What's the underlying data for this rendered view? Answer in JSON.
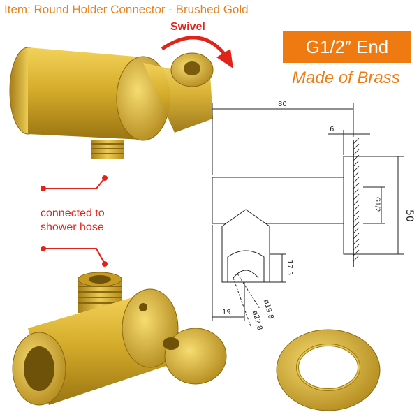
{
  "header": {
    "title": "Item: Round Holder Connector - Brushed Gold"
  },
  "callouts": {
    "swivel": "Swivel",
    "end_badge": "G1/2” End",
    "material": "Made of Brass",
    "note_line1": "connected to",
    "note_line2": "shower hose"
  },
  "colors": {
    "accent_orange": "#ef7a12",
    "title_orange": "#e8801e",
    "callout_red": "#e2231a",
    "brass_gold": "#d2aa2c"
  },
  "drawing": {
    "dim_length": "80",
    "dim_flange": "6",
    "dim_height": "50",
    "dim_thread": "G1/2",
    "dim_hook": "17.5",
    "dim_offset": "19",
    "dim_inner_dia": "ø19.8",
    "dim_outer_dia": "ø22.8"
  }
}
